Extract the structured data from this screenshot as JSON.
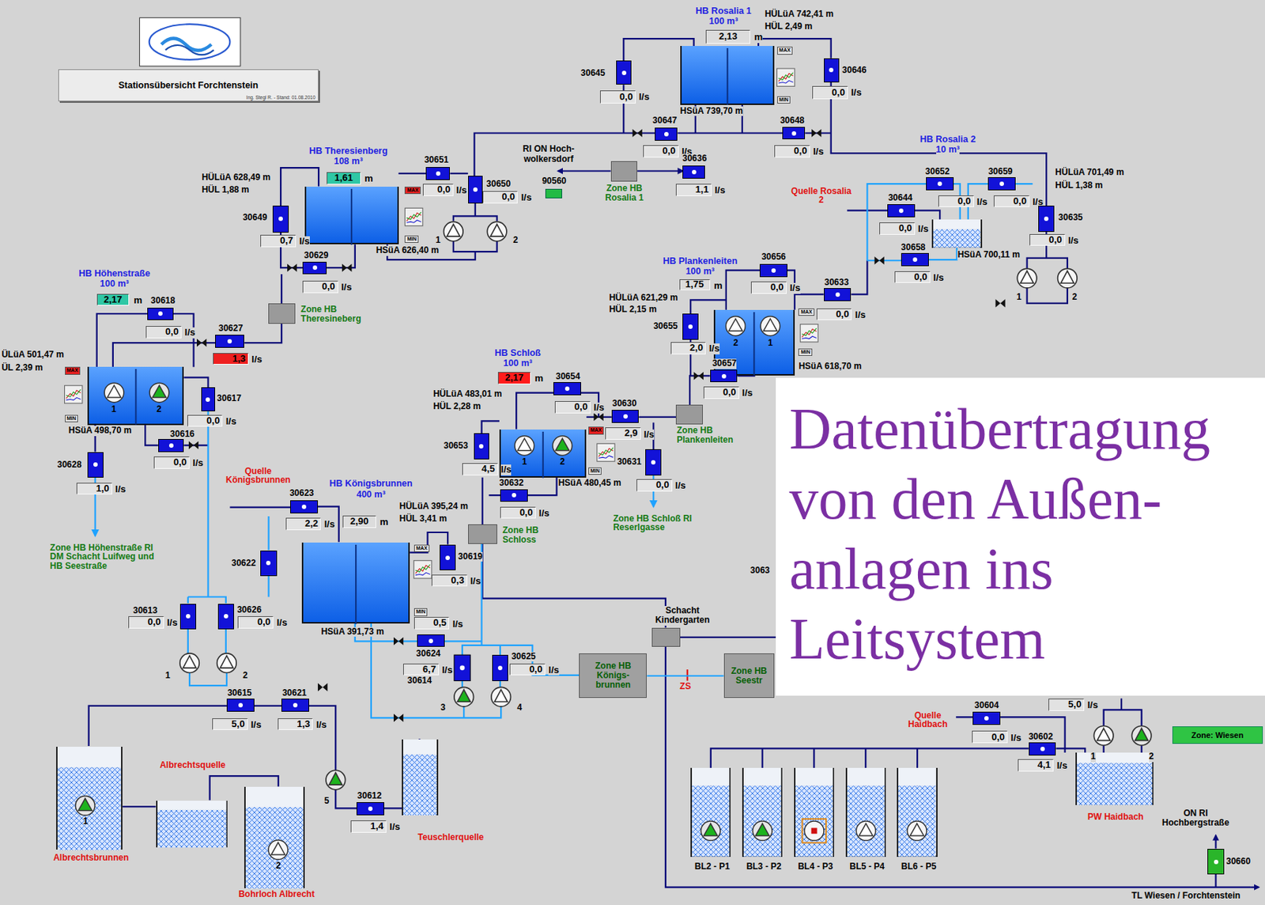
{
  "diagram": {
    "nodes": [
      {
        "text": [
          "Stationsübersicht Forchtenstein",
          "Ing. Stegl R. - Stand: 01.08.2010"
        ]
      },
      {
        "text": [
          "HB Rosalia 1",
          "100 m³"
        ]
      },
      {
        "text": [
          "2,13",
          "m"
        ]
      },
      {
        "text": [
          "30645"
        ]
      },
      {
        "text": [
          "0,0",
          "l/s"
        ]
      },
      {
        "text": [
          "30646"
        ]
      },
      {
        "text": [
          "0,0",
          "l/s"
        ]
      },
      {
        "text": [
          "30647"
        ]
      },
      {
        "text": [
          "0,0",
          "l/s"
        ]
      },
      {
        "text": [
          "30648"
        ]
      },
      {
        "text": [
          "0,0",
          "l/s"
        ]
      },
      {
        "text": [
          "Zone HB Rosalia 1"
        ]
      },
      {
        "text": [
          "30636"
        ]
      },
      {
        "text": [
          "1,1",
          "l/s"
        ]
      },
      {
        "text": [
          "90560"
        ]
      },
      {
        "text": [
          "HB Theresienberg",
          "108 m³"
        ]
      },
      {
        "text": [
          "1,61",
          "m"
        ]
      },
      {
        "text": [
          "30651"
        ]
      },
      {
        "text": [
          "0,0",
          "l/s"
        ]
      },
      {
        "text": [
          "30650"
        ]
      },
      {
        "text": [
          "0,0",
          "l/s"
        ]
      },
      {
        "text": [
          "30649"
        ]
      },
      {
        "text": [
          "0,7",
          "l/s"
        ]
      },
      {
        "text": [
          "30629"
        ]
      },
      {
        "text": [
          "0,0",
          "l/s"
        ]
      },
      {
        "text": [
          "Zone HB Theresineberg"
        ]
      },
      {
        "text": [
          "HB Höhenstraße",
          "100 m³"
        ]
      },
      {
        "text": [
          "2,17",
          "m"
        ]
      },
      {
        "text": [
          "30618"
        ]
      },
      {
        "text": [
          "0,0",
          "l/s"
        ]
      },
      {
        "text": [
          "30627"
        ]
      },
      {
        "text": [
          "1,3",
          "l/s"
        ]
      },
      {
        "text": [
          "30617"
        ]
      },
      {
        "text": [
          "0,0",
          "l/s"
        ]
      },
      {
        "text": [
          "30616"
        ]
      },
      {
        "text": [
          "0,0",
          "l/s"
        ]
      },
      {
        "text": [
          "30628"
        ]
      },
      {
        "text": [
          "1,0",
          "l/s"
        ]
      },
      {
        "text": [
          "HB Schloß",
          "100 m³"
        ]
      },
      {
        "text": [
          "2,17",
          "m"
        ]
      },
      {
        "text": [
          "30654"
        ]
      },
      {
        "text": [
          "0,0",
          "l/s"
        ]
      },
      {
        "text": [
          "30630"
        ]
      },
      {
        "text": [
          "2,9",
          "l/s"
        ]
      },
      {
        "text": [
          "30653"
        ]
      },
      {
        "text": [
          "4,5",
          "l/s"
        ]
      },
      {
        "text": [
          "30632"
        ]
      },
      {
        "text": [
          "0,0",
          "l/s"
        ]
      },
      {
        "text": [
          "30631"
        ]
      },
      {
        "text": [
          "0,0",
          "l/s"
        ]
      },
      {
        "text": [
          "Zone HB Schloss"
        ]
      },
      {
        "text": [
          "Zone HB Plankenleiten"
        ]
      },
      {
        "text": [
          "HB Plankenleiten",
          "100 m³"
        ]
      },
      {
        "text": [
          "1,75",
          "m"
        ]
      },
      {
        "text": [
          "30656"
        ]
      },
      {
        "text": [
          "0,0",
          "l/s"
        ]
      },
      {
        "text": [
          "30633"
        ]
      },
      {
        "text": [
          "0,0",
          "l/s"
        ]
      },
      {
        "text": [
          "30655"
        ]
      },
      {
        "text": [
          "2,0",
          "l/s"
        ]
      },
      {
        "text": [
          "30657"
        ]
      },
      {
        "text": [
          "0,0",
          "l/s"
        ]
      },
      {
        "text": [
          "HB Rosalia 2",
          "10 m³"
        ]
      },
      {
        "text": [
          "30652"
        ]
      },
      {
        "text": [
          "0,0",
          "l/s"
        ]
      },
      {
        "text": [
          "30659"
        ]
      },
      {
        "text": [
          "0,0",
          "l/s"
        ]
      },
      {
        "text": [
          "30644"
        ]
      },
      {
        "text": [
          "0,0",
          "l/s"
        ]
      },
      {
        "text": [
          "30658"
        ]
      },
      {
        "text": [
          "0,0",
          "l/s"
        ]
      },
      {
        "text": [
          "30635"
        ]
      },
      {
        "text": [
          "0,0",
          "l/s"
        ]
      },
      {
        "text": [
          "HB Königsbrunnen",
          "400 m³"
        ]
      },
      {
        "text": [
          "2,90",
          "m"
        ]
      },
      {
        "text": [
          "30623"
        ]
      },
      {
        "text": [
          "2,2",
          "l/s"
        ]
      },
      {
        "text": [
          "30622"
        ]
      },
      {
        "text": [
          "30619"
        ]
      },
      {
        "text": [
          "0,3",
          "l/s"
        ]
      },
      {
        "text": [
          "0,5",
          "l/s"
        ]
      },
      {
        "text": [
          "30613"
        ]
      },
      {
        "text": [
          "0,0",
          "l/s"
        ]
      },
      {
        "text": [
          "30626"
        ]
      },
      {
        "text": [
          "0,0",
          "l/s"
        ]
      },
      {
        "text": [
          "30624"
        ]
      },
      {
        "text": [
          "6,7",
          "l/s"
        ]
      },
      {
        "text": [
          "30625"
        ]
      },
      {
        "text": [
          "0,0",
          "l/s"
        ]
      },
      {
        "text": [
          "30615"
        ]
      },
      {
        "text": [
          "5,0",
          "l/s"
        ]
      },
      {
        "text": [
          "30621"
        ]
      },
      {
        "text": [
          "1,3",
          "l/s"
        ]
      },
      {
        "text": [
          "30612"
        ]
      },
      {
        "text": [
          "1,4",
          "l/s"
        ]
      },
      {
        "text": [
          "Zone HB Königs- brunnen"
        ]
      },
      {
        "text": [
          "Zone HB Seestr"
        ]
      },
      {
        "text": [
          "Schacht Kindergarten"
        ]
      },
      {
        "text": [
          "30604"
        ]
      },
      {
        "text": [
          "0,0",
          "l/s"
        ]
      },
      {
        "text": [
          "30602"
        ]
      },
      {
        "text": [
          "4,1",
          "l/s"
        ]
      },
      {
        "text": [
          "5,0",
          "l/s"
        ]
      },
      {
        "text": [
          "30660"
        ]
      },
      {
        "text": [
          "Zone: Wiesen"
        ]
      },
      {
        "text": [
          "Datenübertragung von den Außen- anlagen ins Leitsystem"
        ]
      },
      {
        "text": [
          "Albrechtsbrunnen"
        ]
      },
      {
        "text": [
          "Albrechtsquelle"
        ]
      },
      {
        "text": [
          "Bohrloch Albrecht"
        ]
      },
      {
        "text": [
          "Teuschlerquelle"
        ]
      },
      {
        "text": [
          "PW Haidbach"
        ]
      },
      {
        "text": [
          "BL2 - P1"
        ]
      },
      {
        "text": [
          "BL3 - P2"
        ]
      },
      {
        "text": [
          "BL4 - P3"
        ]
      },
      {
        "text": [
          "BL5 - P4"
        ]
      },
      {
        "text": [
          "BL6 - P5"
        ]
      }
    ],
    "edges": [
      {
        "from": 95,
        "to": 96,
        "arrow": "none",
        "label": "ZS"
      }
    ],
    "labels": [
      "HÜLüA 742,41 m",
      "HÜL 2,49 m",
      "MAX",
      "MIN",
      "HSüA 739,70 m",
      "RI ON Hoch- wolkersdorf",
      "HÜLüA 628,49 m",
      "HÜL 1,88 m",
      "MAX",
      "MIN",
      "HSüA 626,40 m",
      "1",
      "2",
      "Quelle Rosalia 2",
      "HÜLüA 701,49 m",
      "HÜL 1,38 m",
      "HSüA 700,11 m",
      "1",
      "2",
      "ÜLüA 501,47 m",
      "ÜL 2,39 m",
      "MAX",
      "MIN",
      "1",
      "2",
      "HSüA 498,70 m",
      "Zone HB Höhenstraße RI DM Schacht Luifweg und HB Seestraße",
      "HÜLüA 483,01 m",
      "HÜL 2,28 m",
      "MAX",
      "MIN",
      "1",
      "2",
      "HSüA 480,45 m",
      "Zone HB Schloß RI Reserlgasse",
      "HÜLüA 621,29 m",
      "HÜL 2,15 m",
      "MAX",
      "MIN",
      "2",
      "1",
      "HSüA 618,70 m",
      "Quelle Königsbrunnen",
      "HÜLüA 395,24 m",
      "HÜL 3,41 m",
      "MAX",
      "MIN",
      "HSüA 391,73 m",
      "30614",
      "1",
      "2",
      "3",
      "4",
      "5",
      "1",
      "2",
      "Quelle Haidbach",
      "1",
      "2",
      "ON RI Hochbergstraße",
      "TL Wiesen / Forchtenstein",
      "3063"
    ]
  }
}
